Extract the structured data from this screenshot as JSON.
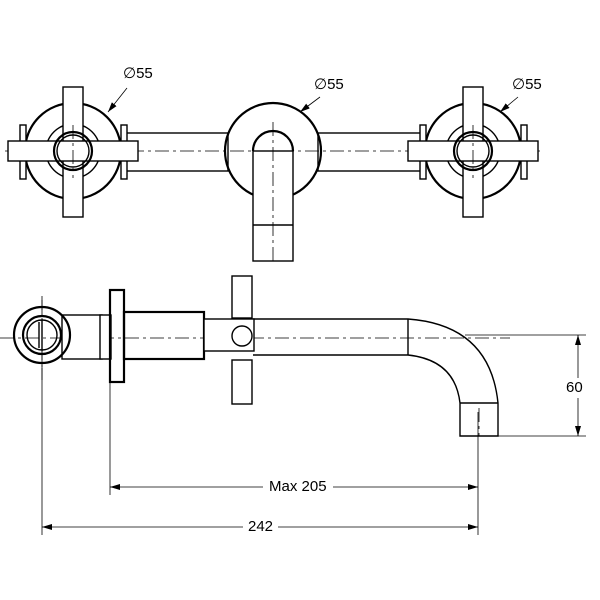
{
  "top_view": {
    "diameter_labels": [
      "∅55",
      "∅55",
      "∅55"
    ]
  },
  "side_view": {
    "spout_drop": "60",
    "max_projection": "Max 205",
    "overall_length": "242"
  },
  "colors": {
    "line": "#000000",
    "background": "#ffffff"
  }
}
